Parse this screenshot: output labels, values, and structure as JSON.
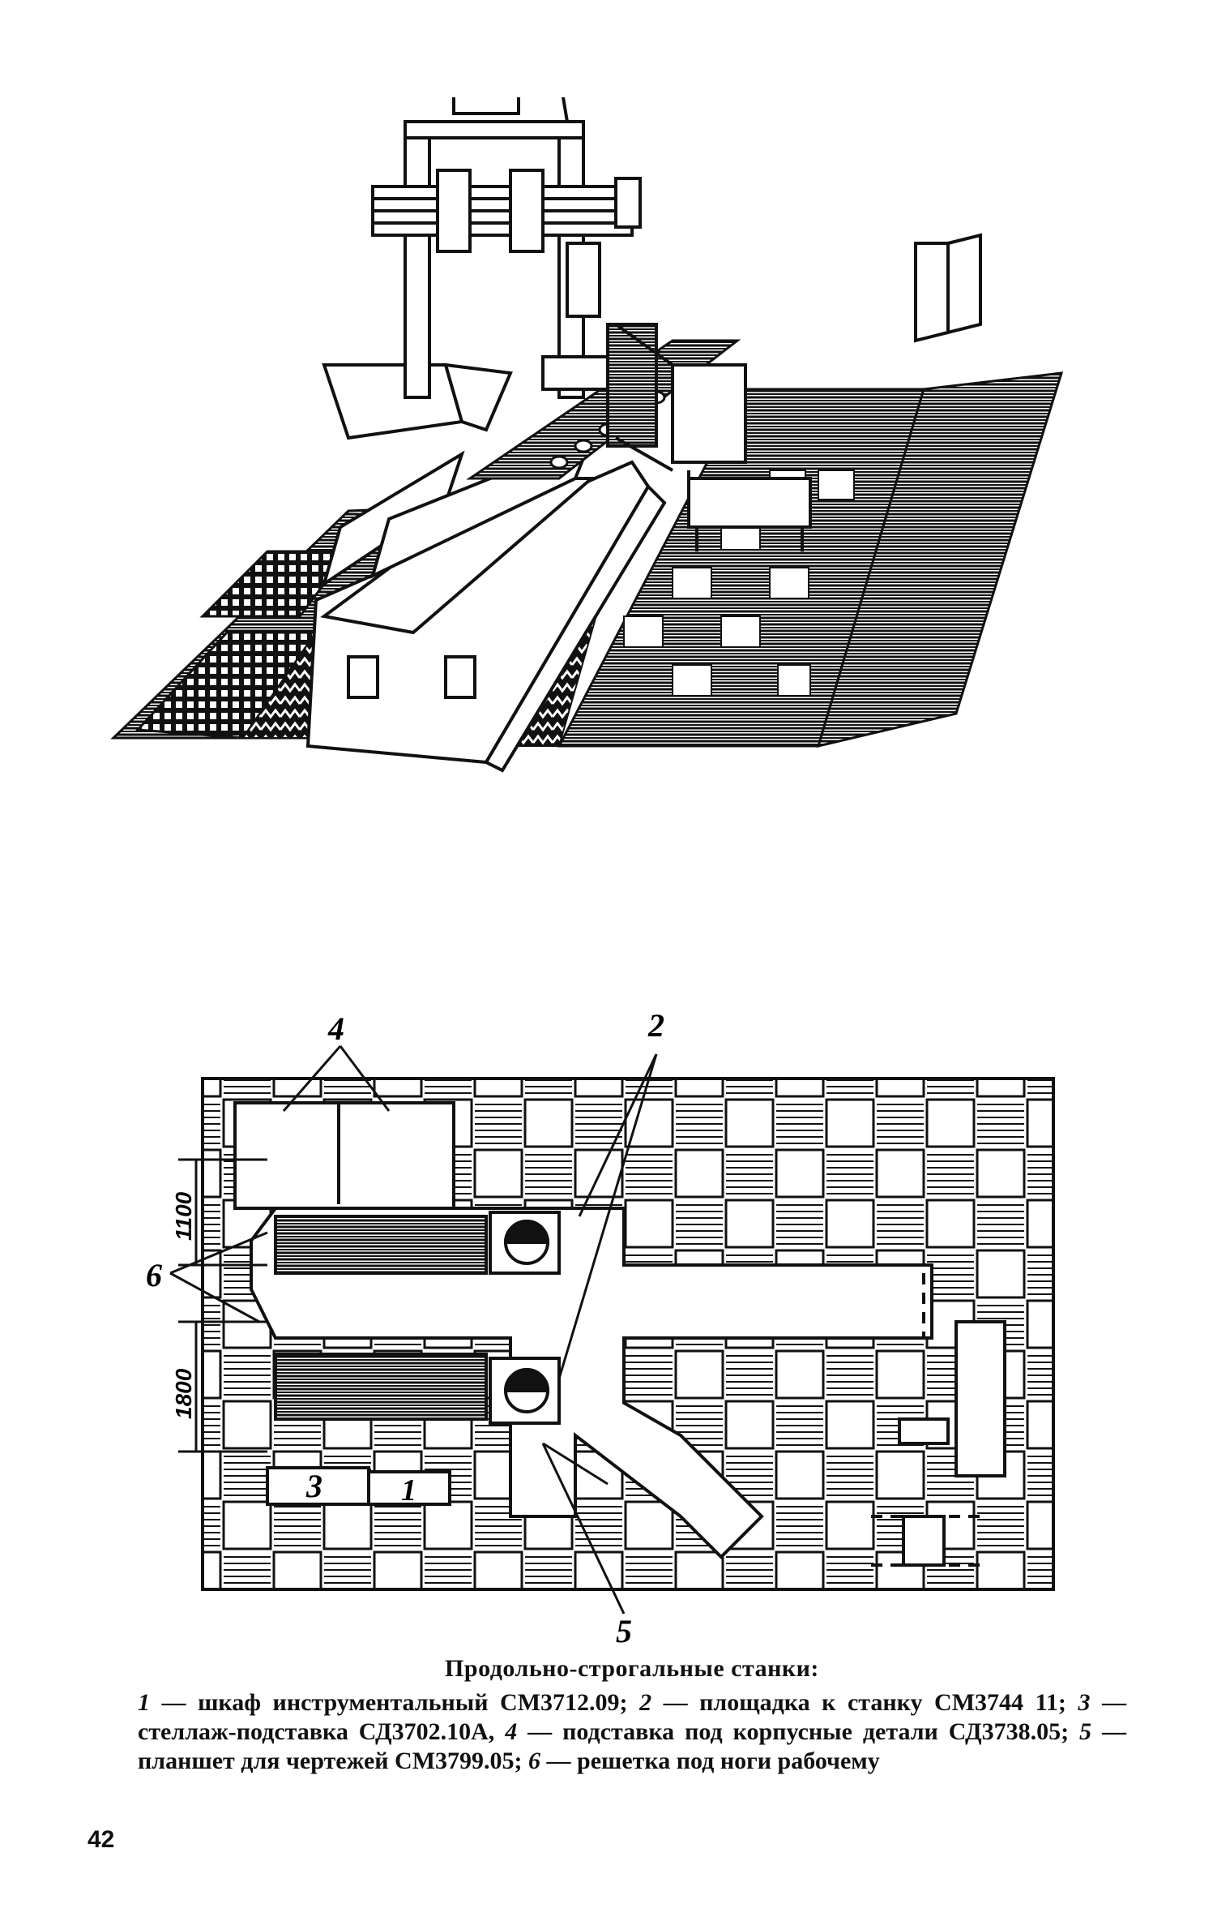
{
  "figure": {
    "plan_labels": {
      "l1": "1",
      "l2": "2",
      "l3": "3",
      "l4": "4",
      "l5": "5",
      "l6": "6"
    },
    "dimensions": {
      "d1100": "1100",
      "d1800": "1800"
    }
  },
  "caption": {
    "title": "Продольно-строгальные станки:",
    "items": [
      {
        "num": "1",
        "text": " — шкаф инструментальный СМ3712.09; "
      },
      {
        "num": "2",
        "text": " — площадка к станку СМ3744 11; "
      },
      {
        "num": "3",
        "text": " — стеллаж-подставка СД3702.10А, "
      },
      {
        "num": "4",
        "text": " — подставка под корпусные детали СД3738.05; "
      },
      {
        "num": "5",
        "text": " — планшет для чертежей СМ3799.05; "
      },
      {
        "num": "6",
        "text": " — решетка под ноги рабочему"
      }
    ]
  },
  "page_number": "42"
}
